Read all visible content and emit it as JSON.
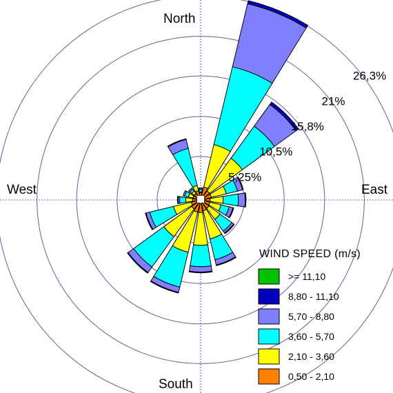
{
  "chart_data": {
    "type": "wind-rose",
    "directions": [
      "N",
      "NNE",
      "NE",
      "ENE",
      "E",
      "ESE",
      "SE",
      "SSE",
      "S",
      "SSW",
      "SW",
      "WSW",
      "W",
      "WNW",
      "NW",
      "NNW"
    ],
    "direction_labels": {
      "north": "North",
      "east": "East",
      "south": "South",
      "west": "West"
    },
    "ring_values": [
      5.25,
      10.5,
      15.8,
      21,
      26.3
    ],
    "ring_labels": [
      "5,25%",
      "10,5%",
      "15,8%",
      "21%",
      "26,3%"
    ],
    "legend_title": "WIND SPEED (m/s)",
    "bins": [
      {
        "label": "0,50 - 2,10",
        "color": "#ff8000"
      },
      {
        "label": "2,10 - 3,60",
        "color": "#ffff00"
      },
      {
        "label": "3,60 - 5,70",
        "color": "#00ffff"
      },
      {
        "label": "5,70 - 8,80",
        "color": "#8080ff"
      },
      {
        "label": "8,80 - 11,10",
        "color": "#0000c0"
      },
      {
        "label": ">= 11,10",
        "color": "#00c000"
      }
    ],
    "cumulative": [
      [
        0.5,
        0.6,
        0.9,
        1.1,
        1.15,
        1.15
      ],
      [
        1.3,
        7.0,
        17.5,
        26.0,
        26.4,
        26.4
      ],
      [
        1.0,
        6.3,
        11.5,
        15.0,
        15.4,
        15.4
      ],
      [
        1.0,
        3.0,
        4.5,
        5.2,
        5.3,
        5.3
      ],
      [
        0.8,
        2.5,
        4.5,
        5.4,
        5.5,
        5.5
      ],
      [
        0.8,
        2.3,
        3.4,
        3.9,
        4.0,
        4.0
      ],
      [
        0.9,
        2.7,
        4.6,
        4.9,
        5.0,
        5.0
      ],
      [
        1.0,
        4.8,
        7.6,
        8.3,
        8.4,
        8.4
      ],
      [
        1.2,
        5.5,
        8.3,
        9.0,
        9.1,
        9.1
      ],
      [
        1.2,
        6.6,
        11.3,
        12.0,
        12.1,
        12.1
      ],
      [
        1.0,
        5.5,
        10.4,
        11.3,
        11.4,
        11.4
      ],
      [
        0.8,
        3.2,
        6.4,
        6.9,
        7.0,
        7.0
      ],
      [
        0.6,
        1.5,
        2.3,
        2.5,
        2.6,
        2.6
      ],
      [
        0.6,
        1.2,
        1.7,
        1.9,
        1.9,
        1.9
      ],
      [
        0.6,
        1.0,
        1.3,
        1.5,
        1.5,
        1.5
      ],
      [
        0.8,
        1.5,
        6.5,
        7.7,
        7.8,
        7.8
      ]
    ]
  }
}
